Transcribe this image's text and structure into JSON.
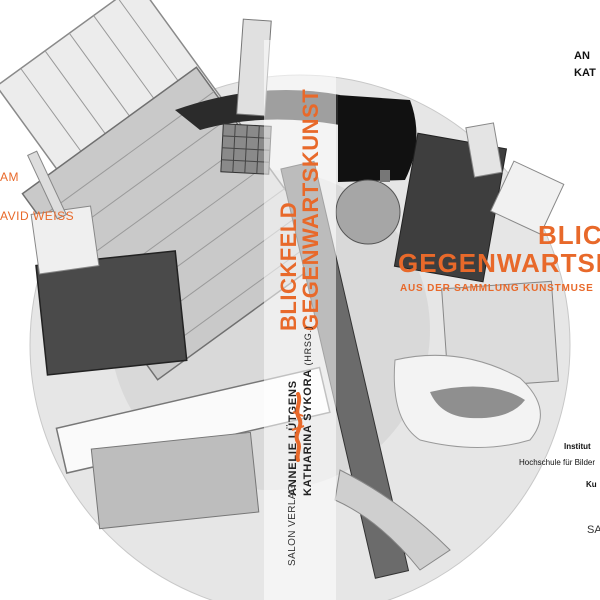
{
  "colors": {
    "accent": "#e8692a",
    "ink": "#222222",
    "paper": "#ffffff"
  },
  "back": {
    "line_1": "AM",
    "line_2": "AVID WEISS"
  },
  "spine": {
    "title_1": "BLICKFELD",
    "title_2": "GEGENWARTSKUNST",
    "author_1": "ANNELIE LÜTGENS",
    "author_2": "KATHARINA SYKORA",
    "editor_note": "(HRSG.)",
    "publisher": "SALON VERLAG",
    "logo_icon": "orange-brush-figure-icon"
  },
  "front": {
    "author_1": "AN",
    "author_2": "KAT",
    "title_1": "BLIC",
    "title_2": "GEGENWARTSK",
    "subtitle": "AUS DER SAMMLUNG KUNSTMUSE",
    "institute": "Institut",
    "school": "Hochschule für Bilder",
    "ku": "Ku",
    "publisher": "SA"
  }
}
